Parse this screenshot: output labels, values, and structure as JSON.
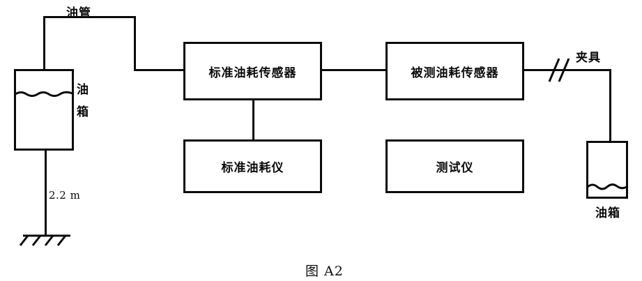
{
  "figure": {
    "caption": "图 A2"
  },
  "labels": {
    "fuel_pipe": "油管",
    "left_tank_char1": "油",
    "left_tank_char2": "箱",
    "height_dimension": "2.2 m",
    "clamp": "夹具",
    "right_tank": "油箱"
  },
  "boxes": [
    {
      "id": "standard-consumption-sensor",
      "label": "标准油耗传感器"
    },
    {
      "id": "tested-consumption-sensor",
      "label": "被测油耗传感器"
    },
    {
      "id": "standard-consumption-meter",
      "label": "标准油耗仪"
    },
    {
      "id": "tester",
      "label": "测试仪"
    }
  ],
  "colors": {
    "line": "#0a0a0a",
    "background": "#ffffff",
    "text": "#0b0b0b"
  }
}
